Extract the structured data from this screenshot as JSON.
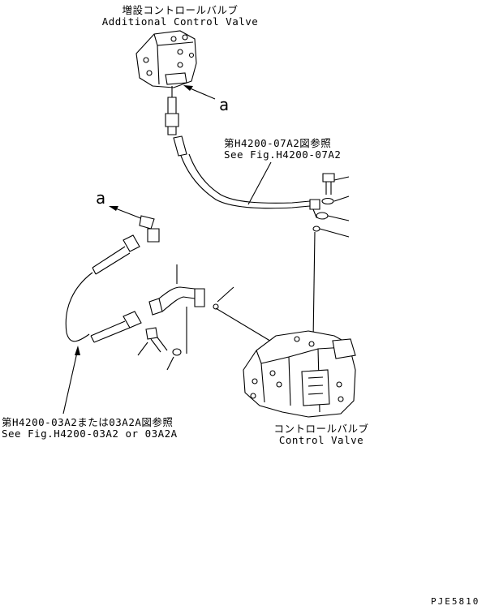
{
  "labels": {
    "additional_valve_jp": "増設コントロールバルブ",
    "additional_valve_en": "Additional Control Valve",
    "ref_07_jp": "第H4200-07A2図参照",
    "ref_07_en": "See Fig.H4200-07A2",
    "ref_03_jp": "第H4200-03A2または03A2A図参照",
    "ref_03_en": "See Fig.H4200-03A2 or 03A2A",
    "control_valve_jp": "コントロールバルブ",
    "control_valve_en": "Control Valve",
    "callout_a_top": "a",
    "callout_a_left": "a",
    "drawing_number": "PJE5810"
  }
}
